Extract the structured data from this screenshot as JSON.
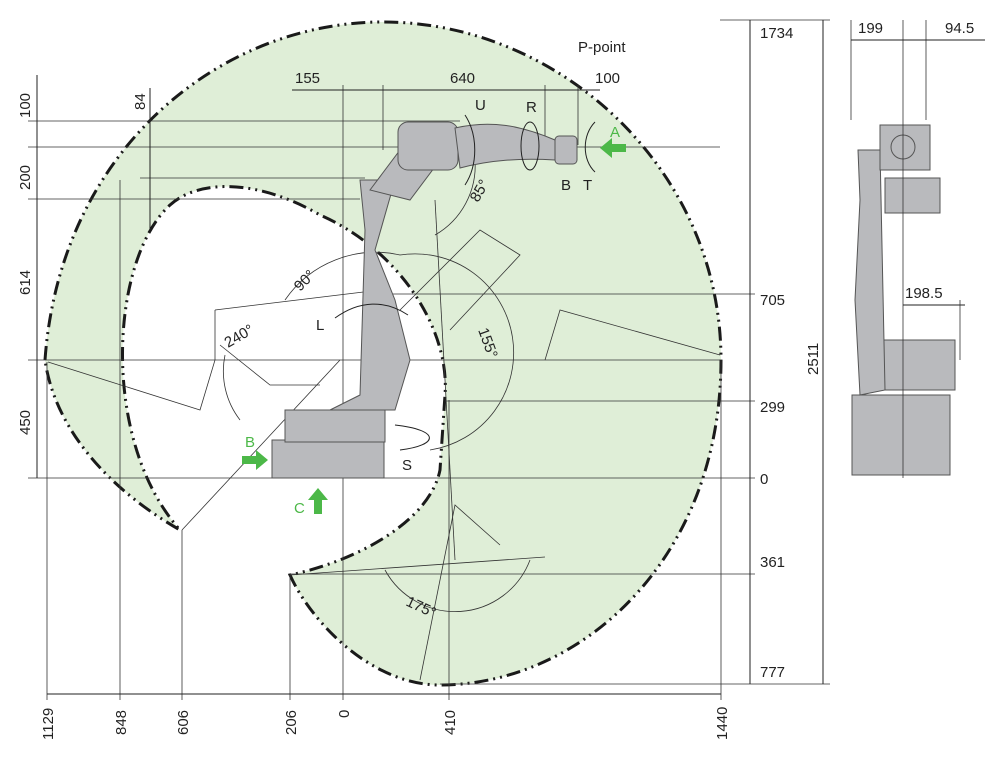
{
  "colors": {
    "envelope": "#dfeed7",
    "robot": "#b9babd",
    "arrow": "#4cb848",
    "line": "#222222"
  },
  "top_dims": {
    "d155": "155",
    "d640": "640",
    "d100": "100",
    "p_point": "P-point"
  },
  "left_dims": {
    "d100": "100",
    "d84": "84",
    "d200": "200",
    "d614": "614",
    "d450": "450"
  },
  "right_dims": {
    "d1734": "1734",
    "d705": "705",
    "d299": "299",
    "d0": "0",
    "d361": "361",
    "d777": "777",
    "d2511": "2511"
  },
  "bottom_dims": [
    "1129",
    "848",
    "606",
    "206",
    "0",
    "410",
    "1440"
  ],
  "axes": {
    "U": "U",
    "R": "R",
    "B": "B",
    "T": "T",
    "L": "L",
    "S": "S"
  },
  "angles": {
    "a85": "85°",
    "a90": "90°",
    "a240": "240°",
    "a155": "155°",
    "a175": "175°"
  },
  "view_arrows": {
    "A": "A",
    "B": "B",
    "C": "C"
  },
  "side_view": {
    "d199": "199",
    "d94_5": "94.5",
    "d198_5": "198.5"
  }
}
